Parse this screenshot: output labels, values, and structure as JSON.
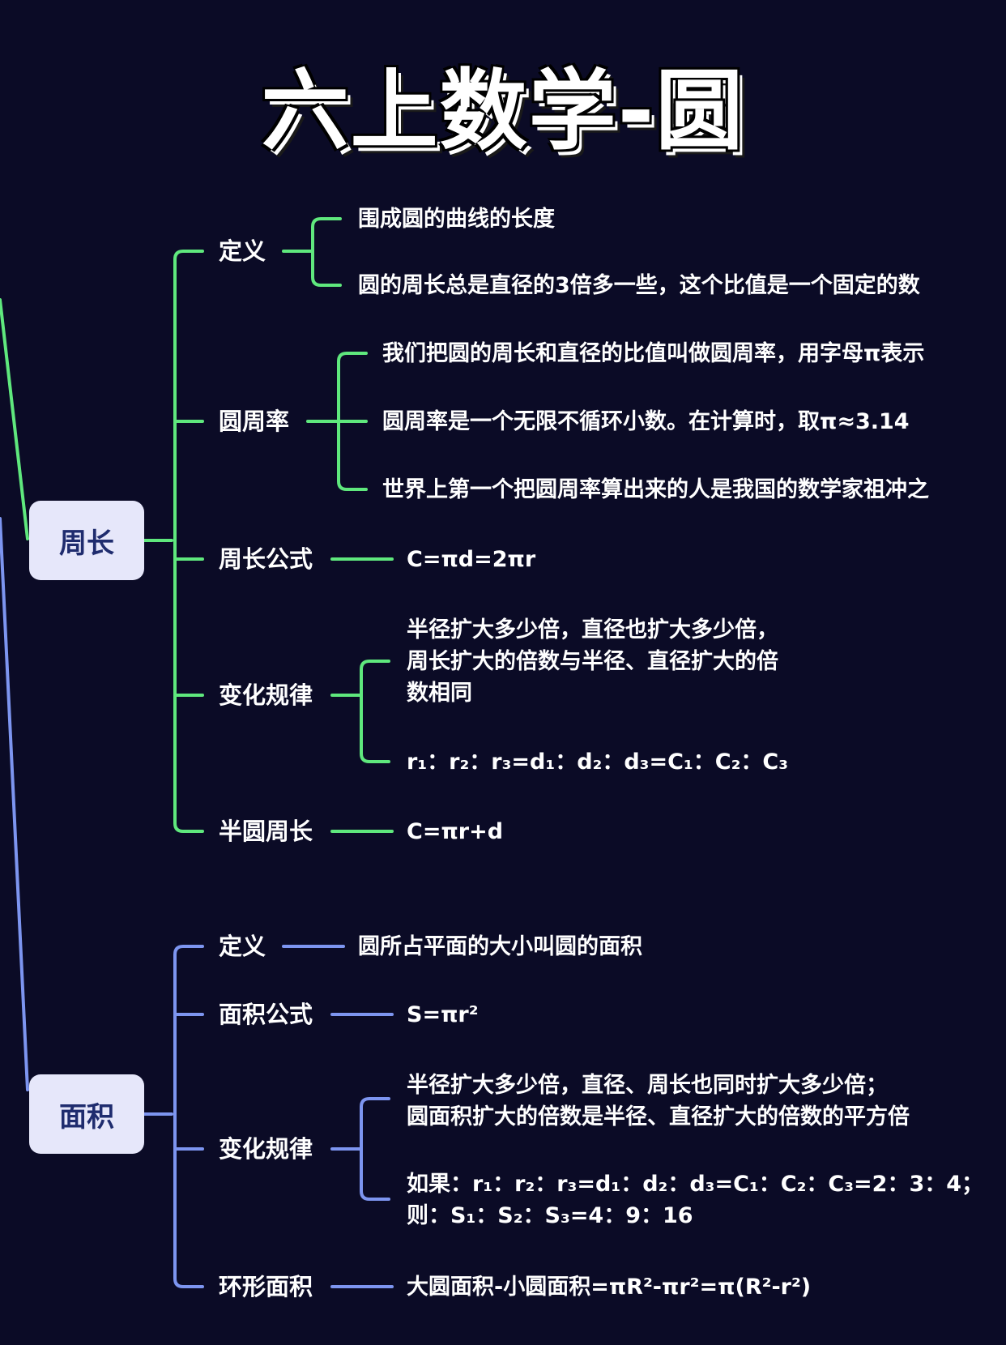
{
  "title": "六上数学-圆",
  "colors": {
    "perimeter": "#5fe87d",
    "area": "#7d95f0",
    "background": "#0b0b26"
  },
  "perimeter": {
    "label": "周长",
    "definition": {
      "label": "定义",
      "items": [
        "围成圆的曲线的长度",
        "圆的周长总是直径的3倍多一些，这个比值是一个固定的数"
      ]
    },
    "pi": {
      "label": "圆周率",
      "items": [
        "我们把圆的周长和直径的比值叫做圆周率，用字母π表示",
        "圆周率是一个无限不循环小数。在计算时，取π≈3.14",
        "世界上第一个把圆周率算出来的人是我国的数学家祖冲之"
      ]
    },
    "formula": {
      "label": "周长公式",
      "value": "C=πd=2πr"
    },
    "rule": {
      "label": "变化规律",
      "text1_lines": [
        "半径扩大多少倍，直径也扩大多少倍，",
        "周长扩大的倍数与半径、直径扩大的倍",
        "数相同"
      ],
      "text2": "r₁：r₂：r₃=d₁：d₂：d₃=C₁：C₂：C₃"
    },
    "semicircle": {
      "label": "半圆周长",
      "value": "C=πr+d"
    }
  },
  "area": {
    "label": "面积",
    "definition": {
      "label": "定义",
      "value": "圆所占平面的大小叫圆的面积"
    },
    "formula": {
      "label": "面积公式",
      "value": "S=πr²"
    },
    "rule": {
      "label": "变化规律",
      "text1_lines": [
        "半径扩大多少倍，直径、周长也同时扩大多少倍；",
        "圆面积扩大的倍数是半径、直径扩大的倍数的平方倍"
      ],
      "text2_lines": [
        "如果：r₁：r₂：r₃=d₁：d₂：d₃=C₁：C₂：C₃=2：3：4；",
        "则：S₁：S₂：S₃=4：9：16"
      ]
    },
    "ring": {
      "label": "环形面积",
      "value": "大圆面积-小圆面积=πR²-πr²=π(R²-r²)"
    }
  }
}
